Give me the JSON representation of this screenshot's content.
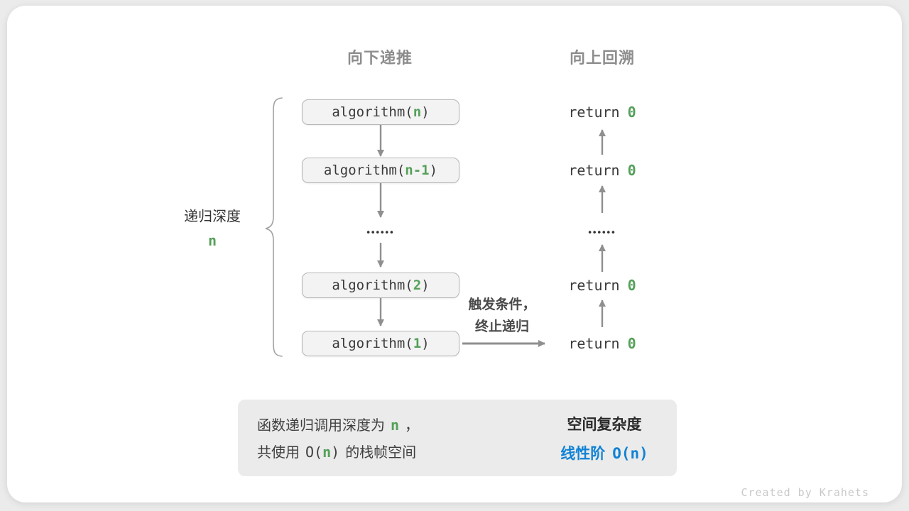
{
  "colors": {
    "green": "#55a05a",
    "blue": "#1082d5",
    "arrow_gray": "#8f8f8f"
  },
  "headers": {
    "recurse_down": "向下递推",
    "backtrack_up": "向上回溯"
  },
  "depth_label": {
    "title": "递归深度",
    "value": "n"
  },
  "stack": {
    "boxes": [
      {
        "pre": "algorithm(",
        "arg": "n",
        "post": ")"
      },
      {
        "pre": "algorithm(",
        "arg": "n-1",
        "post": ")"
      },
      {
        "pre": "algorithm(",
        "arg": "2",
        "post": ")"
      },
      {
        "pre": "algorithm(",
        "arg": "1",
        "post": ")"
      }
    ],
    "ellipsis": "••••••"
  },
  "returns": {
    "items": [
      {
        "pre": "return",
        "val": "0"
      },
      {
        "pre": "return",
        "val": "0"
      },
      {
        "pre": "return",
        "val": "0"
      },
      {
        "pre": "return",
        "val": "0"
      }
    ],
    "ellipsis": "••••••"
  },
  "trigger": {
    "line1": "触发条件，",
    "line2": "终止递归"
  },
  "summary": {
    "line1": {
      "t1": "函数递归调用深度为",
      "n": "n",
      "t2": "，"
    },
    "line2": {
      "t1": "共使用",
      "o": "O(",
      "n": "n",
      "c": ")",
      "t2": "的栈帧空间"
    },
    "result_title": "空间复杂度",
    "result_value": {
      "t": "线性阶",
      "o": "O(",
      "n": "n",
      "c": ")"
    }
  },
  "footer": "Created by Krahets"
}
